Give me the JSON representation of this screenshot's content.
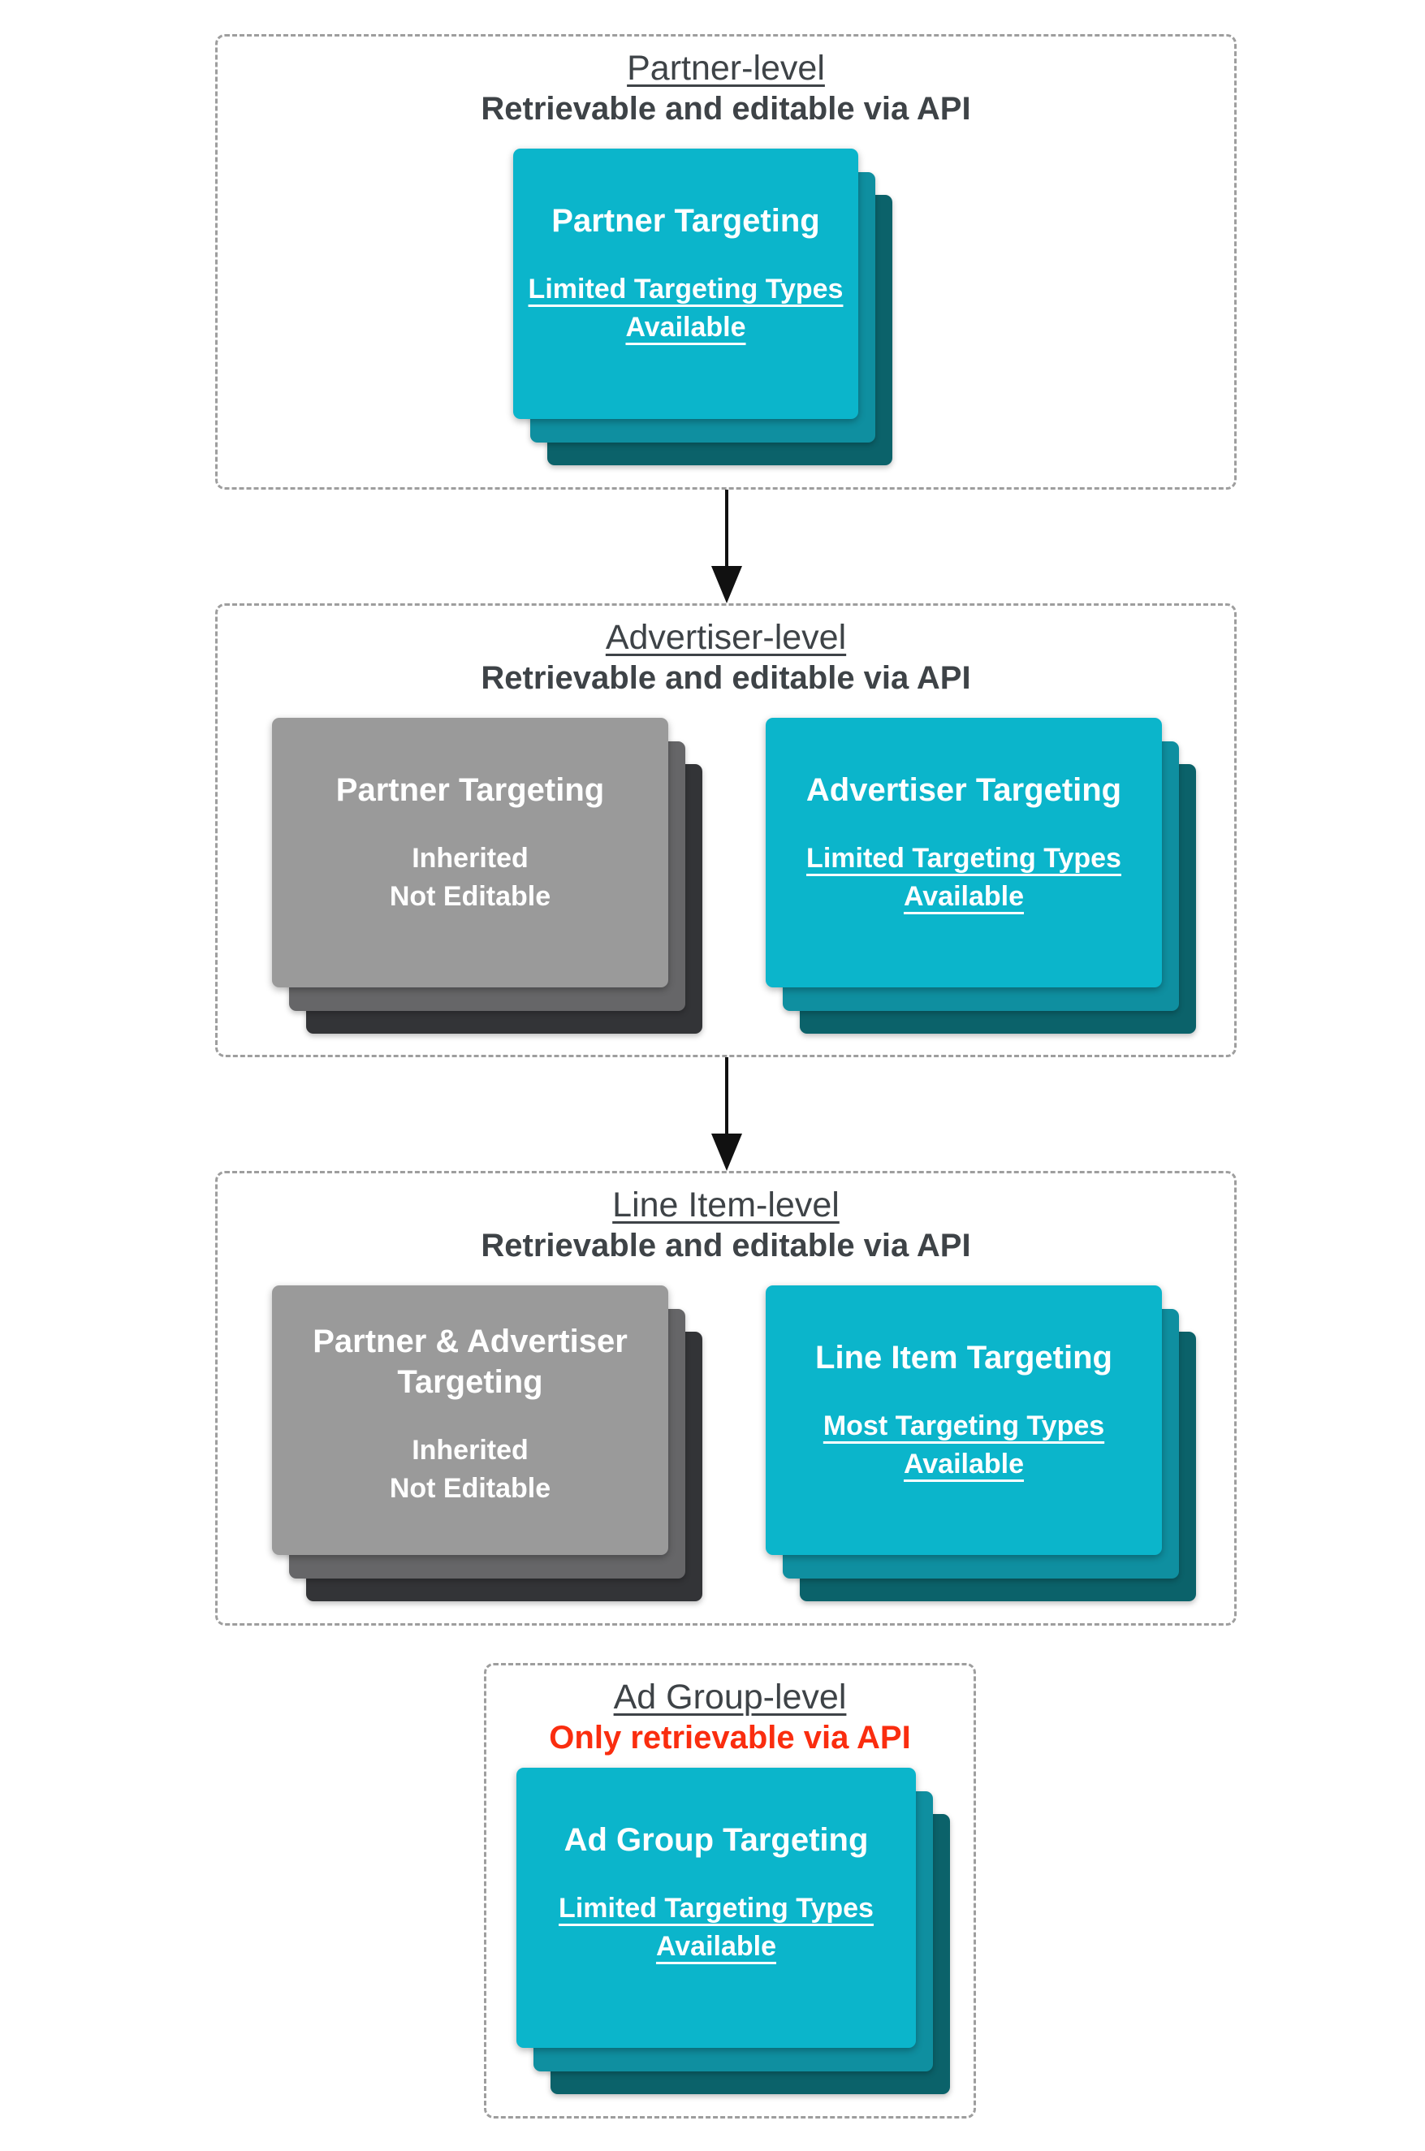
{
  "colors": {
    "card-cyan": "#0bb5cb",
    "card-cyan-mid": "#0f8fa0",
    "card-cyan-back": "#0b626a",
    "card-gray": "#9a9a9a",
    "card-gray-mid": "#666668",
    "card-gray-back": "#333437",
    "heading": "#3e4347",
    "alert-red": "#fa2d0f",
    "border-dash": "#9e9e9e",
    "arrow-black": "#111111",
    "card-text": "#ffffff"
  },
  "sections": [
    {
      "title": "Partner-level",
      "subtitle": "Retrievable and editable via API",
      "cards": [
        {
          "kind": "cyan",
          "title": "Partner Targeting",
          "lines": [
            "Limited Targeting Types",
            "Available"
          ],
          "underlined": true
        }
      ]
    },
    {
      "title": "Advertiser-level",
      "subtitle": "Retrievable and editable via API",
      "cards": [
        {
          "kind": "gray",
          "title": "Partner Targeting",
          "lines": [
            "Inherited",
            "Not Editable"
          ],
          "underlined": false
        },
        {
          "kind": "cyan",
          "title": "Advertiser Targeting",
          "lines": [
            "Limited Targeting Types",
            "Available"
          ],
          "underlined": true
        }
      ]
    },
    {
      "title": "Line Item-level",
      "subtitle": "Retrievable and editable via API",
      "cards": [
        {
          "kind": "gray",
          "title": "Partner & Advertiser Targeting",
          "lines": [
            "Inherited",
            "Not Editable"
          ],
          "underlined": false
        },
        {
          "kind": "cyan",
          "title": "Line Item Targeting",
          "lines": [
            "Most Targeting Types",
            "Available"
          ],
          "underlined": true
        }
      ]
    },
    {
      "title": "Ad Group-level",
      "subtitle": "Only retrievable via API",
      "subtitle_style": "red",
      "cards": [
        {
          "kind": "cyan",
          "title": "Ad Group Targeting",
          "lines": [
            "Limited Targeting Types",
            "Available"
          ],
          "underlined": true
        }
      ]
    }
  ]
}
